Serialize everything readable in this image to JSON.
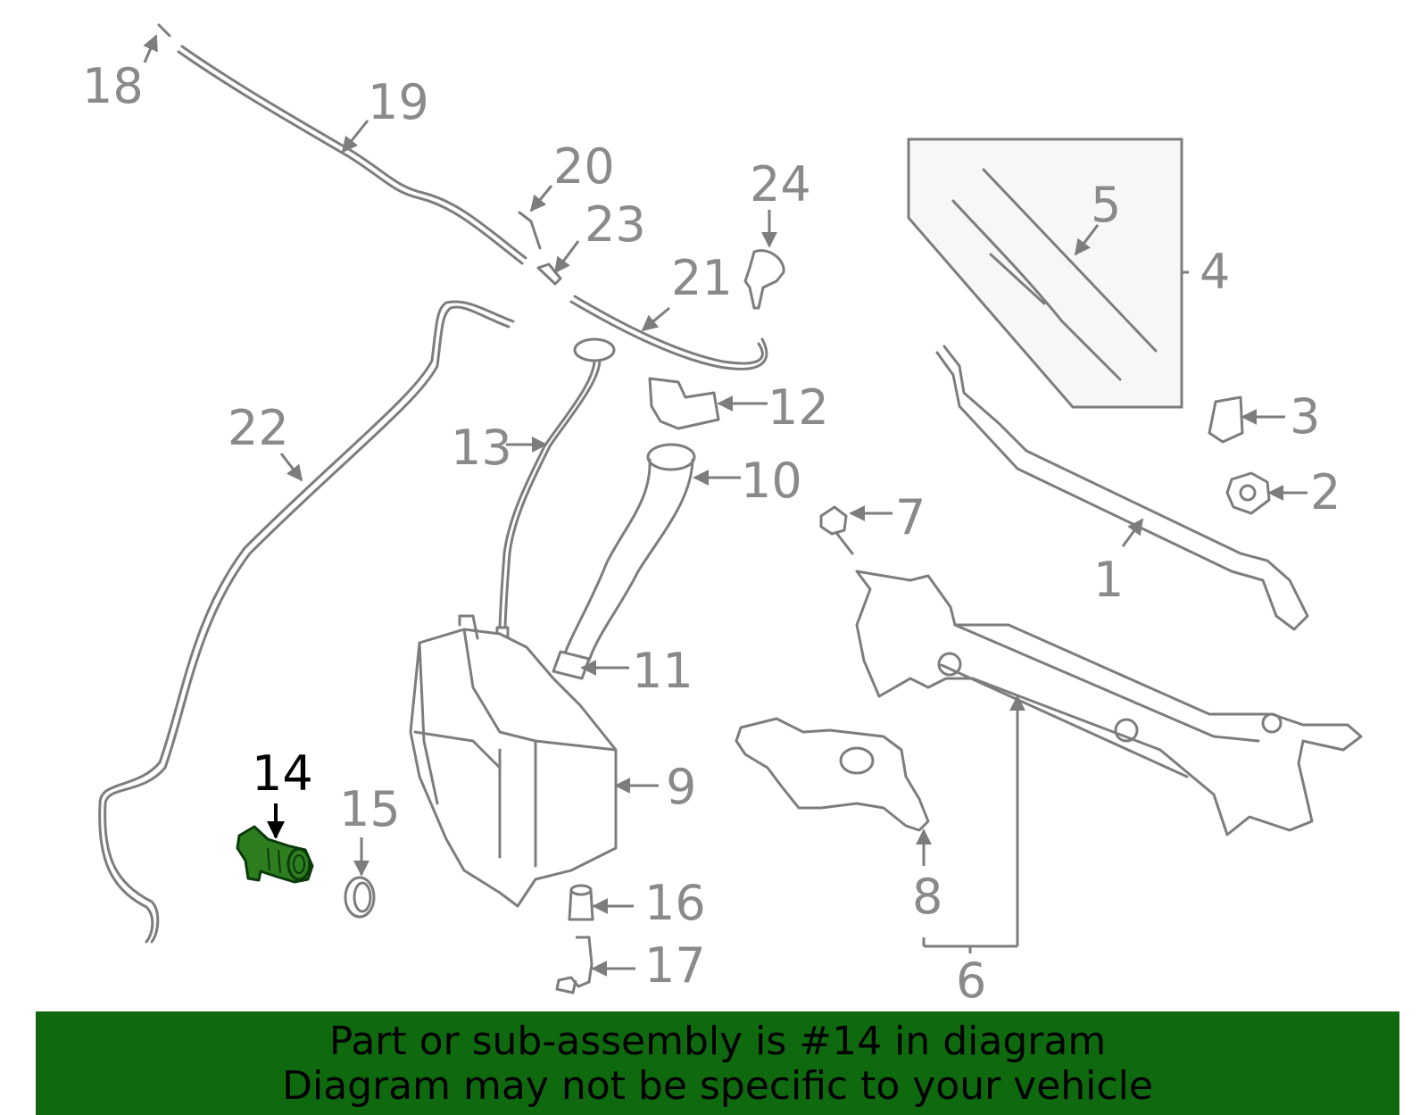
{
  "diagram": {
    "highlighted_part": "14",
    "highlight_color": "#2e7d1f",
    "callouts": [
      "1",
      "2",
      "3",
      "4",
      "5",
      "6",
      "7",
      "8",
      "9",
      "10",
      "11",
      "12",
      "13",
      "14",
      "15",
      "16",
      "17",
      "18",
      "19",
      "20",
      "21",
      "22",
      "23",
      "24"
    ]
  },
  "banner": {
    "line1": "Part or sub-assembly is #14 in diagram",
    "line2": "Diagram may not be specific to your vehicle",
    "background": "#0f6a0f"
  }
}
